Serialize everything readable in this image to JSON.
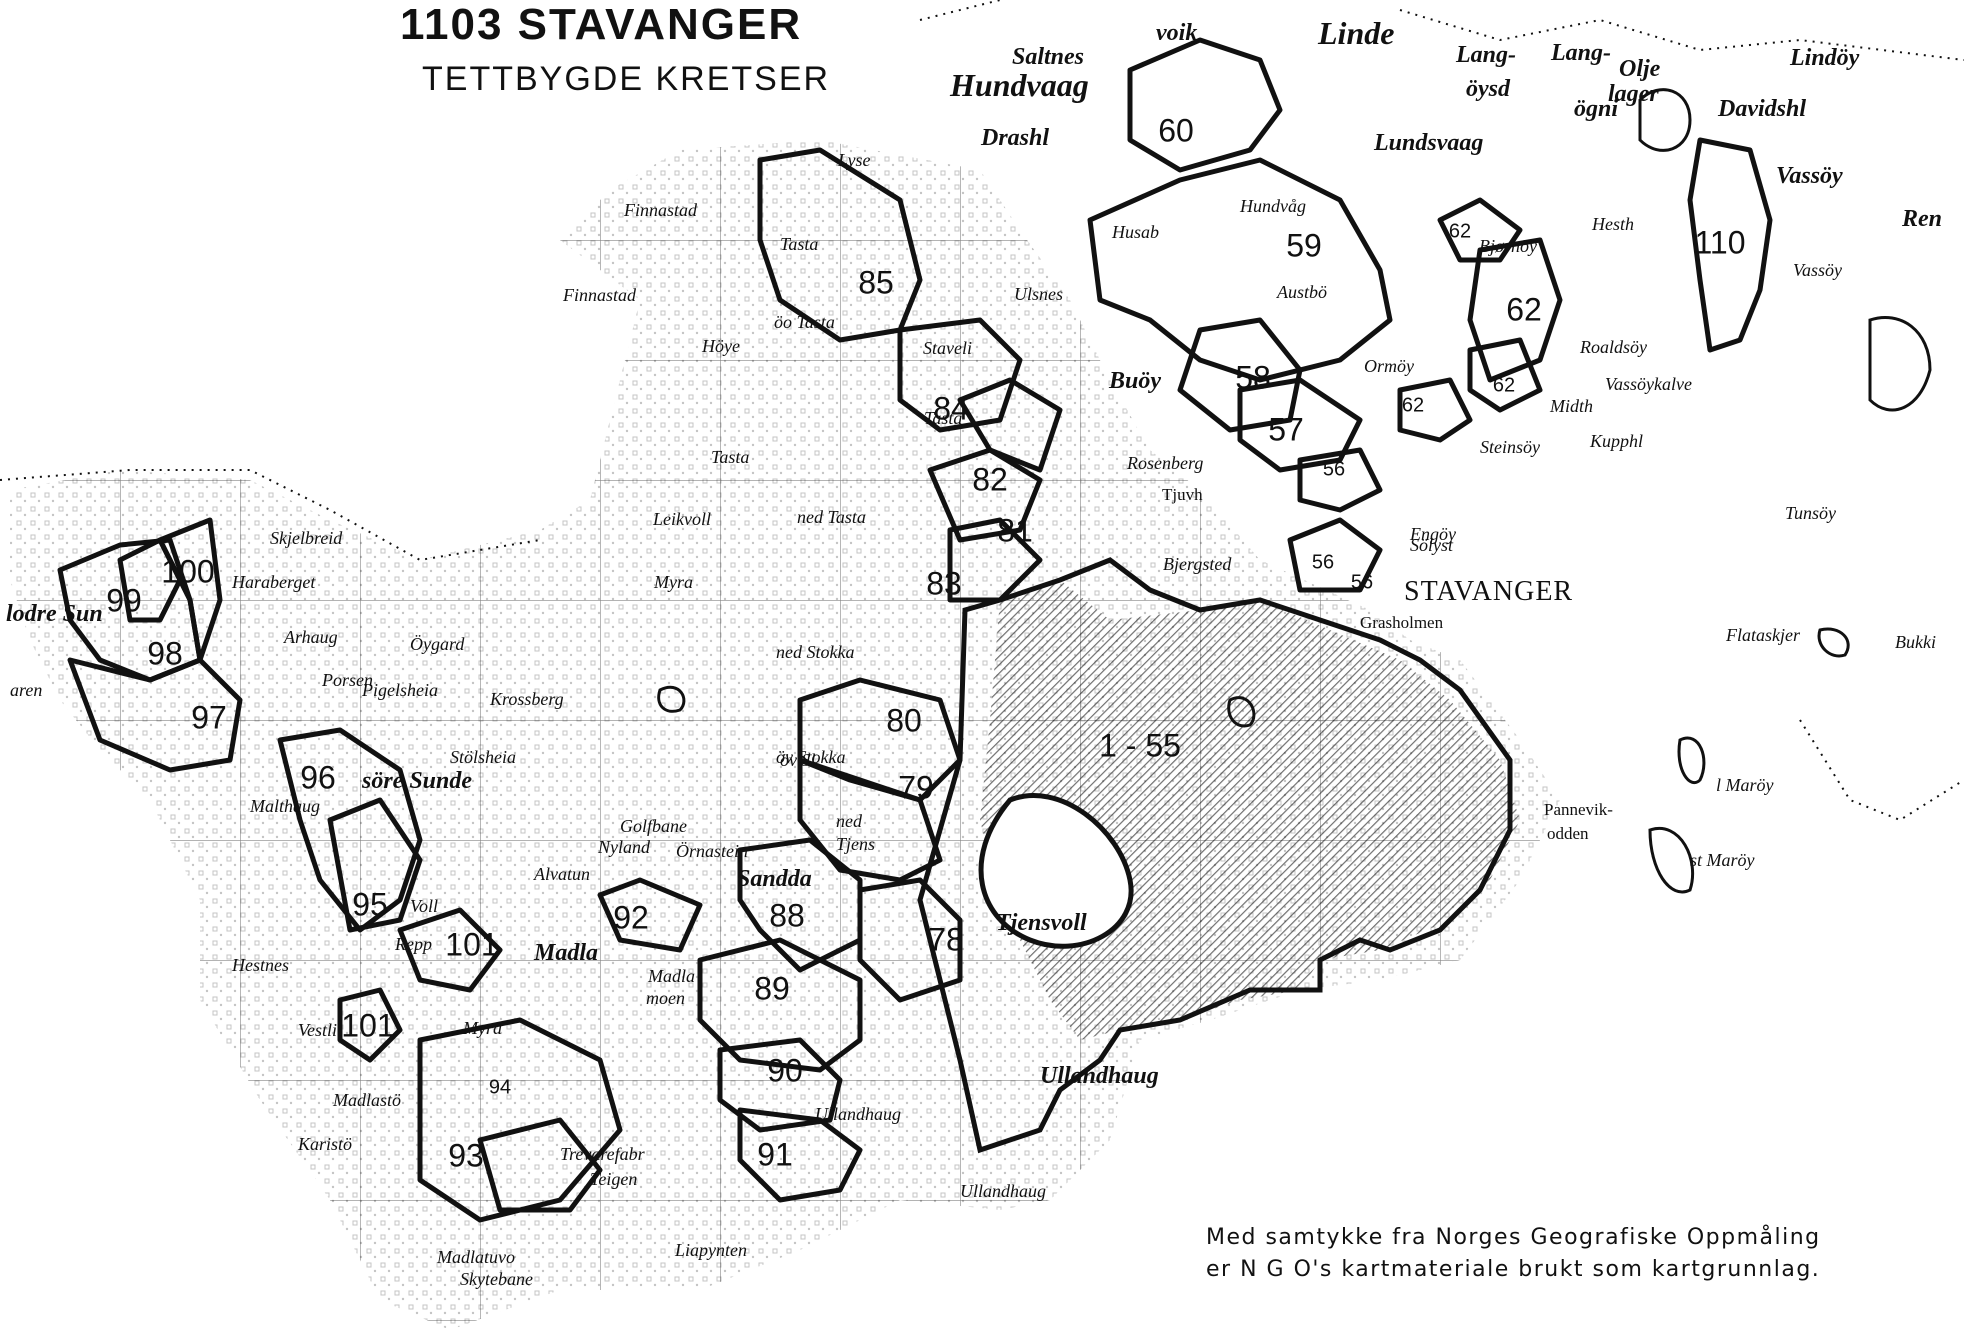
{
  "header": {
    "title": "1103 STAVANGER",
    "subtitle": "TETTBYGDE KRETSER"
  },
  "credit": {
    "line1": "Med samtykke fra Norges Geografiske Oppmåling",
    "line2": "er N G O's kartmateriale brukt som kartgrunnlag."
  },
  "districts": {
    "d1_55": "1 - 55",
    "d56a": "56",
    "d56b": "56",
    "d56c": "56",
    "d57": "57",
    "d58": "58",
    "d59": "59",
    "d60": "60",
    "d62a": "62",
    "d62b": "62",
    "d62c": "62",
    "d62d": "62",
    "d78": "78",
    "d79": "79",
    "d80": "80",
    "d81": "81",
    "d82": "82",
    "d83": "83",
    "d84": "84",
    "d85": "85",
    "d88": "88",
    "d89": "89",
    "d90": "90",
    "d91": "91",
    "d92": "92",
    "d93": "93",
    "d94": "94",
    "d95": "95",
    "d96": "96",
    "d97": "97",
    "d98": "98",
    "d99": "99",
    "d100": "100",
    "d101a": "101",
    "d101b": "101",
    "d110": "110"
  },
  "places": {
    "hundvaag": "Hundvaag",
    "saltnes": "Saltnes",
    "drashl": "Drashl",
    "lindoy": "Lindöy",
    "davidshl": "Davidshl",
    "vassoy": "Vassöy",
    "vassoy_small": "Vassöy",
    "lundsvaag": "Lundsvaag",
    "lang": "Lang-",
    "oysd": "öysd",
    "lang_ogni": "Lang-",
    "ogni": "ögni",
    "olje": "Olje",
    "lager": "lager",
    "ren": "Ren",
    "hundvag": "Hundvåg",
    "husab": "Husab",
    "austbo": "Austbö",
    "ulsnes": "Ulsnes",
    "buoy": "Buöy",
    "ormoy": "Ormöy",
    "hesth": "Hesth",
    "bjornoy": "Bjørnöy",
    "roaldsoy": "Roaldsöy",
    "vassoykalve": "Vassöykalve",
    "midth": "Midth",
    "steinsoy": "Steinsöy",
    "kupphl": "Kupphl",
    "rosenberg": "Rosenberg",
    "tjuvh": "Tjuvh",
    "engoy": "Engöy",
    "bjergsted": "Bjergsted",
    "solyst": "Sölyst",
    "stavanger": "STAVANGER",
    "grasholmen": "Grasholmen",
    "tunsoy": "Tunsöy",
    "flataskjer": "Flataskjer",
    "bukki": "Bukki",
    "pannevik": "Pannevik-",
    "odden": "odden",
    "lmaroy": "l Maröy",
    "stmaroy": "st Maröy",
    "finnastad": "Finnastad",
    "finnastad2": "Finnastad",
    "tasta": "Tasta",
    "hoye": "Höye",
    "oo_tasta": "öo Tasta",
    "tasta2": "Tasta",
    "tasta3": "Tasta",
    "staveli": "Staveli",
    "leikvoll": "Leikvoll",
    "ned_tasta": "ned Tasta",
    "myra": "Myra",
    "skjelbreid": "Skjelbreid",
    "haraberget": "Haraberget",
    "arhaug": "Arhaug",
    "oygard": "Öygard",
    "ytre_sunde": "lodre Sun",
    "porsen": "Porsen",
    "pigelsheia": "Pigelsheia",
    "krossberg": "Krossberg",
    "aren": "aren",
    "sore_sunde": "söre Sunde",
    "stolsheia": "Stölsheia",
    "malthaug": "Malthaug",
    "nyland": "Nyland",
    "golfbane": "Golfbane",
    "ornastein": "Örnastein",
    "alvatun": "Alvatun",
    "voll": "Voll",
    "repp": "Repp",
    "madla": "Madla",
    "sanddal": "Sandda",
    "madla_moen": "Madla",
    "moen": "moen",
    "hestnes": "Hestnes",
    "vestli": "Vestli",
    "myra2": "Myra",
    "madlasto": "Madlastö",
    "karisto": "Karistö",
    "madlatuvo": "Madlatuvo",
    "trevarefabr": "Trevarefabr",
    "teigen": "Teigen",
    "skytebane": "Skytebane",
    "liapynten": "Liapynten",
    "ullandhaug": "Ullandhaug",
    "ullandhaug2": "Ullandhaug",
    "ullandhaug3": "Ullandhaug",
    "tjensvoll": "Tjensvoll",
    "ned_tjensv": "ned",
    "tjensv": "Tjens",
    "ov_stokka": "öv Stokka",
    "ned_stokka": "ned Stokka",
    "ov_sl": "öv Sl",
    "lyse": "Lyse",
    "voik": "voik",
    "linde": "Linde"
  }
}
